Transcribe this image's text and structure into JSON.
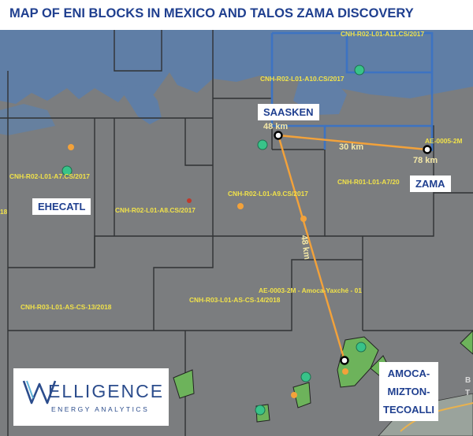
{
  "title": "MAP OF ENI BLOCKS IN MEXICO AND TALOS ZAMA DISCOVERY",
  "blocks": [
    "CNH-R02-L01-A11.CS/2017",
    "CNH-R02-L01-A10.CS/2017",
    "CNH-R02-L01-A7.CS/2017",
    "CNH-R02-L01-A8.CS/2017",
    "CNH-R02-L01-A9.CS/2017",
    "CNH-R01-L01-A7/20",
    "CNH-R03-L01-AS-CS-13/2018",
    "CNH-R03-L01-AS-CS-14/2018",
    "AE-0005-2M",
    "AE-0003-2M - Amoca-Yaxché - 01",
    "18"
  ],
  "distances": {
    "saasken_zama": "30 km",
    "saasken_amoca": "48 km",
    "saasken_fragment": "48 km",
    "zama_fragment": "78 km"
  },
  "places": {
    "saasken": "SAASKEN",
    "zama": "ZAMA",
    "ehecatl": "EHECATL",
    "amoca_1": "AMOCA-",
    "amoca_2": "MIZTON-",
    "amoca_3": "TECOALLI"
  },
  "edge_text": {
    "right_top": "B",
    "right_bottom": "T"
  },
  "logo": {
    "word": "ELLIGENCE",
    "subtitle": "ENERGY ANALYTICS"
  },
  "colors": {
    "title": "#1f3f8f",
    "block_label": "#f1e24a",
    "route": "#f3a23a",
    "sea": "#5e7fab",
    "land": "#7c7e80",
    "highlight_blocks": "#3d73c2"
  }
}
